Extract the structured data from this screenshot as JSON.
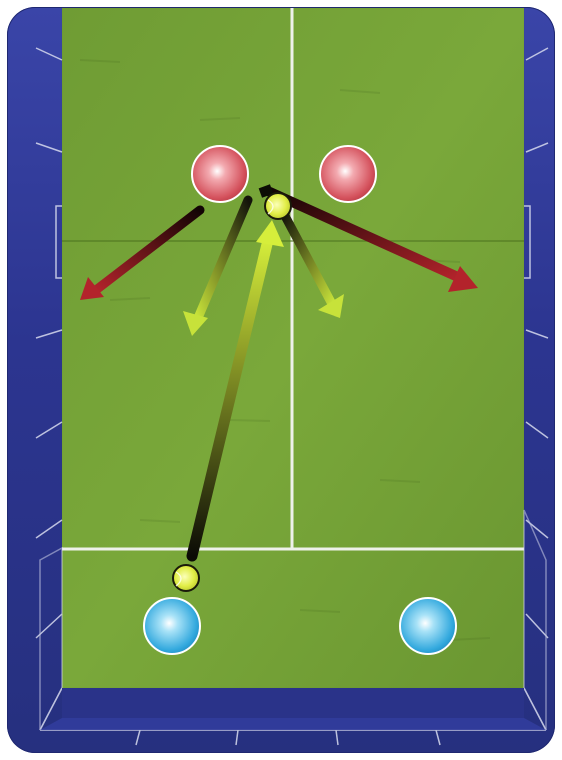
{
  "scene": {
    "description_free": true,
    "colors": {
      "surround": "#2e3894",
      "turf": "#6c9a33",
      "turf_light": "#86b342",
      "line": "#f4f4f4",
      "wall": "#c8cbe0",
      "defender": "#d9555f",
      "attacker": "#39aee0",
      "ball": "#e3ef4a",
      "arrow_red": "#a2232a",
      "arrow_green": "#c8e33a"
    },
    "players": [
      {
        "team": "red",
        "id": "red-left"
      },
      {
        "team": "red",
        "id": "red-right"
      },
      {
        "team": "blue",
        "id": "blue-left"
      },
      {
        "team": "blue",
        "id": "blue-right"
      }
    ],
    "balls": [
      {
        "id": "ball-net"
      },
      {
        "id": "ball-serve"
      }
    ],
    "arrows": [
      {
        "id": "arrow-serve",
        "kind": "green"
      },
      {
        "id": "arrow-red-left",
        "kind": "red"
      },
      {
        "id": "arrow-red-right",
        "kind": "red"
      },
      {
        "id": "arrow-green-left",
        "kind": "green"
      },
      {
        "id": "arrow-green-right",
        "kind": "green"
      }
    ]
  }
}
